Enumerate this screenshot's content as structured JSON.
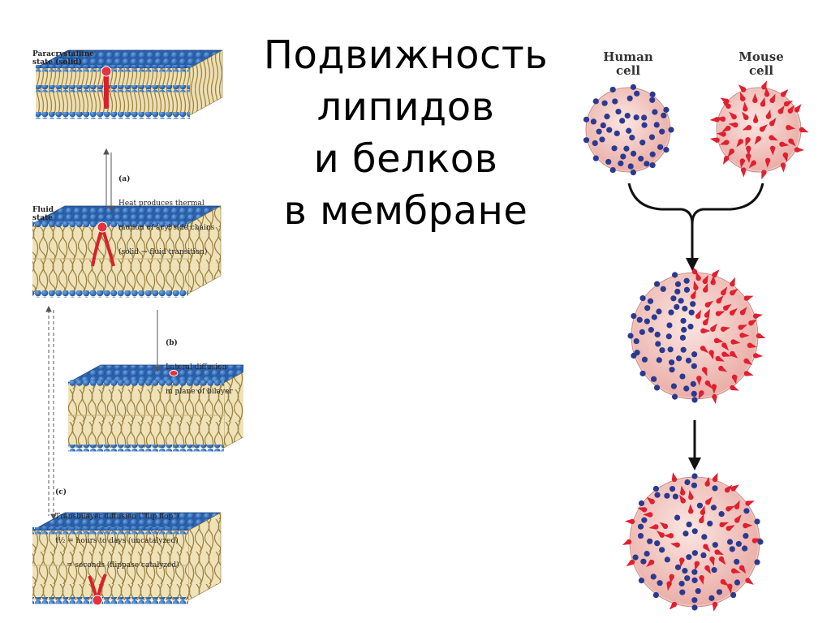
{
  "title": [
    "Подвижность",
    "липидов",
    "и белков",
    "в мембране"
  ],
  "left_figure": {
    "state_solid": [
      "Paracrystalline",
      "state (solid)"
    ],
    "state_fluid": [
      "Fluid",
      "state"
    ],
    "step_a": [
      "(a)",
      "Heat produces thermal",
      "motion of acyl side chains",
      "(solid → fluid transition)"
    ],
    "step_b": [
      "(b)",
      "Lateral diffusion",
      "in plane of bilayer"
    ],
    "step_c": [
      "(c)",
      "Transbilayer diffusion (\"flip flop\")",
      "t½ = hours to days (uncatalyzed)",
      "= seconds (flippase catalyzed)"
    ]
  },
  "right_figure": {
    "human_cell": [
      "Human",
      "cell"
    ],
    "mouse_cell": [
      "Mouse",
      "cell"
    ],
    "colors": {
      "human_marker": "#2b3a8f",
      "mouse_marker": "#e02030",
      "cell_fill": "#f3c7c2"
    }
  }
}
